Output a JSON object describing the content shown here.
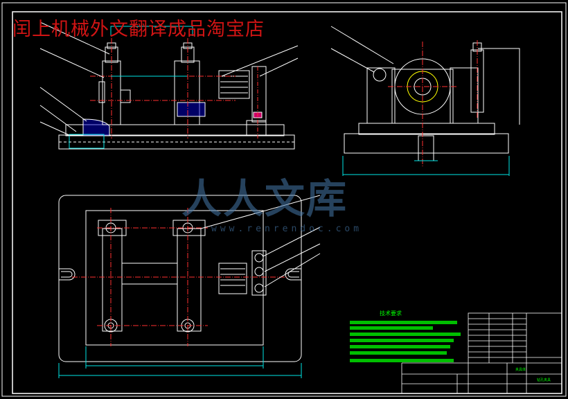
{
  "header": {
    "shop_title": "闰上机械外文翻译成品淘宝店"
  },
  "watermark": {
    "main": "人人文库",
    "url": "www.renrendoc.com"
  },
  "notes": {
    "title": "技术要求"
  },
  "title_block": {
    "label_a": "夹具体",
    "label_b": "钻孔夹具"
  },
  "colors": {
    "frame": "#ffffff",
    "outline": "#ffffff",
    "centerline": "#ff3030",
    "dimension": "#00e6e6",
    "text_green": "#00ff00",
    "highlight": "#ffff00",
    "red_text": "#d11414"
  }
}
